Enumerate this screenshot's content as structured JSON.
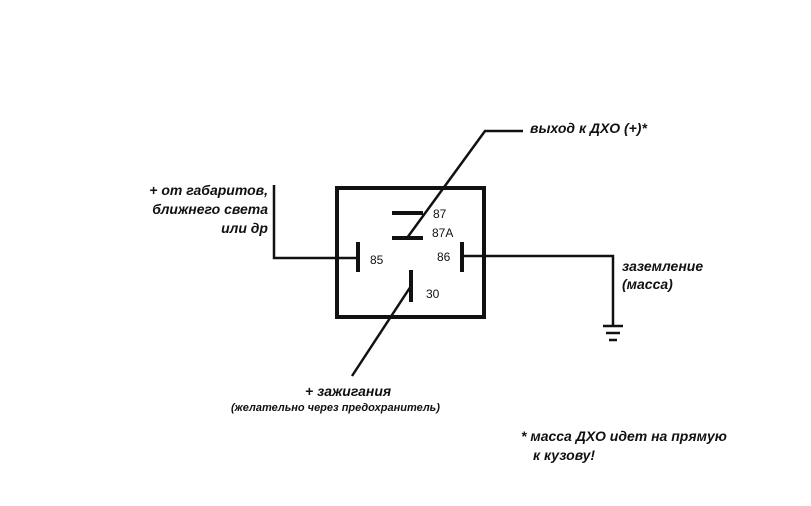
{
  "diagram": {
    "pins": {
      "p87": "87",
      "p87a": "87A",
      "p85": "85",
      "p86": "86",
      "p30": "30"
    },
    "labels": {
      "output": "выход к ДХО (+)*",
      "source_line1": "+ от габаритов,",
      "source_line2": "ближнего света",
      "source_line3": "или др",
      "ground_line1": "заземление",
      "ground_line2": "(масса)",
      "ignition": "+ зажигания",
      "ignition_note": "(желательно через предохранитель)",
      "footnote_line1": "* масса ДХО идет на прямую",
      "footnote_line2": "к кузову!"
    },
    "colors": {
      "line": "#111111",
      "background": "#ffffff"
    }
  }
}
